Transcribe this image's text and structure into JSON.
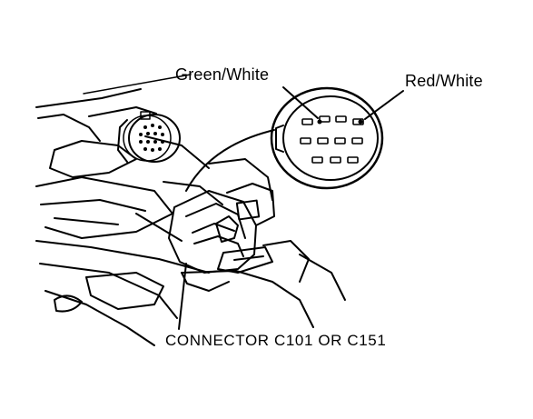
{
  "labels": {
    "green_white": "Green/White",
    "red_white": "Red/White",
    "connector": "CONNECTOR C101 OR C151"
  },
  "colors": {
    "ink": "#000000",
    "background": "#ffffff"
  }
}
